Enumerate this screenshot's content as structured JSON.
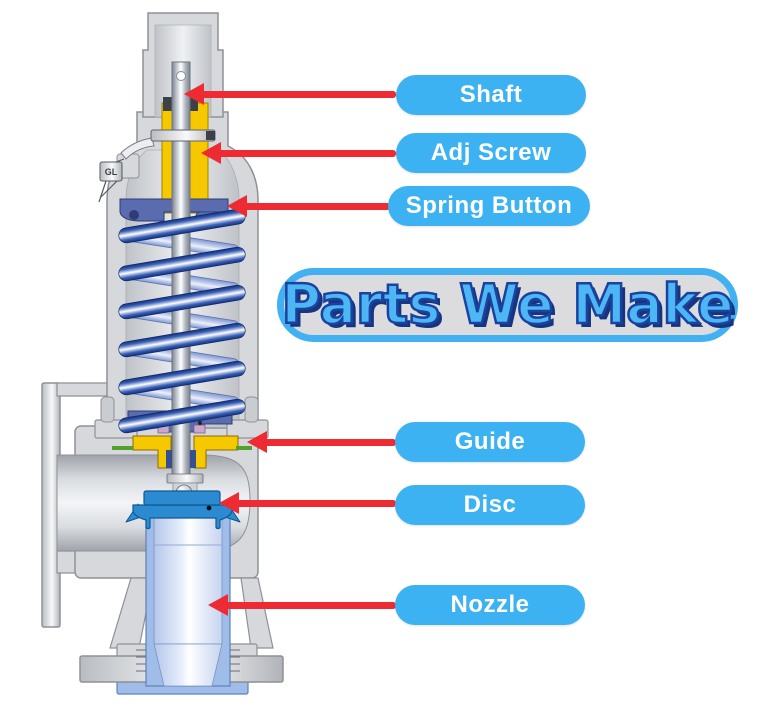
{
  "title": {
    "text": "Parts We Make"
  },
  "labels": [
    {
      "id": "shaft",
      "text": "Shaft"
    },
    {
      "id": "adj-screw",
      "text": "Adj Screw"
    },
    {
      "id": "spring-button",
      "text": "Spring Button"
    },
    {
      "id": "guide",
      "text": "Guide"
    },
    {
      "id": "disc",
      "text": "Disc"
    },
    {
      "id": "nozzle",
      "text": "Nozzle"
    }
  ],
  "diagram": {
    "name": "safety-relief-valve-cross-section",
    "seal_tag": "GL"
  },
  "colors": {
    "label_pill": "#3db2f3",
    "label_text": "#ffffff",
    "arrow": "#ee2b33",
    "title_fill": "#4db6f5",
    "title_outline": "#1a43a0",
    "title_pill_bg": "#dcdcde",
    "title_pill_border": "#41b1f1",
    "spring": "#3c63b8",
    "spring_seat": "#5b6cae",
    "adjusting_screw": "#f5c800",
    "guide_part": "#f5c800",
    "disc_part": "#2b8ad0",
    "nozzle_part": "#9fbde8",
    "body_gray": "#d6d8db",
    "gasket_green": "#53a02c"
  }
}
